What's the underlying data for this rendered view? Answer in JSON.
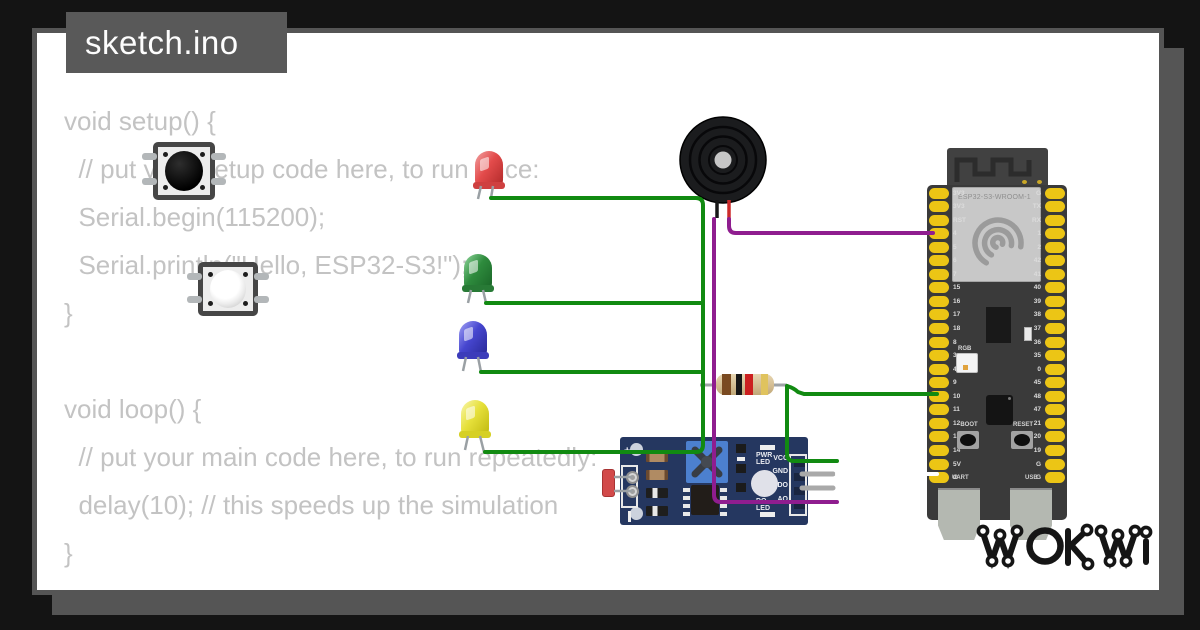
{
  "window": {
    "title": "sketch.ino"
  },
  "code": {
    "lines": [
      "void setup() {",
      "  // put your setup code here, to run once:",
      "  Serial.begin(115200);",
      "  Serial.println(\"Hello, ESP32-S3!\");",
      "}",
      "",
      "void loop() {",
      "  // put your main code here, to run repeatedly:",
      "  delay(10); // this speeds up the simulation",
      "}"
    ]
  },
  "esp32": {
    "module_label": "ESP32-S3-WROOM-1",
    "rgb_label": "RGB",
    "boot_label": "BOOT",
    "reset_label": "RESET",
    "uart_label": "UART",
    "usb_label": "USB",
    "left_pins": [
      "3V3",
      "3V3",
      "RST",
      "4",
      "5",
      "6",
      "7",
      "15",
      "16",
      "17",
      "18",
      "8",
      "3",
      "46",
      "9",
      "10",
      "11",
      "12",
      "13",
      "14",
      "5V",
      "G"
    ],
    "right_pins": [
      "G",
      "TX",
      "RX",
      "1",
      "2",
      "42",
      "41",
      "40",
      "39",
      "38",
      "37",
      "36",
      "35",
      "0",
      "45",
      "48",
      "47",
      "21",
      "20",
      "19",
      "G",
      "G"
    ]
  },
  "ldr_module": {
    "plus_label": "+",
    "pwr_led_label": [
      "PWR",
      "LED"
    ],
    "do_led_label": [
      "DO",
      "LED"
    ],
    "pin_labels": [
      "VCC",
      "GND",
      "DO",
      "AO"
    ]
  },
  "logo": {
    "text": "WOKWI"
  },
  "components": {
    "buzzer": "piezo-buzzer",
    "pushbuttons": [
      "black-cap",
      "white-cap"
    ],
    "leds": [
      "red",
      "green",
      "blue",
      "yellow"
    ],
    "resistor_bands": [
      "brown",
      "black",
      "red",
      "gold"
    ],
    "sensor_module": "photoresistor-ldr-module",
    "board": "esp32-s3-devkit"
  },
  "colors": {
    "background": "#141414",
    "card": "#ffffff",
    "card_shadow": "#555555",
    "title_bg": "#595959",
    "code_text": "#c3c3c3",
    "wire_green": "#118a11",
    "wire_purple": "#8f1d8f",
    "module_pcb": "#253760",
    "board_body": "#3a3a3a",
    "pin_pad": "#ecc515"
  }
}
